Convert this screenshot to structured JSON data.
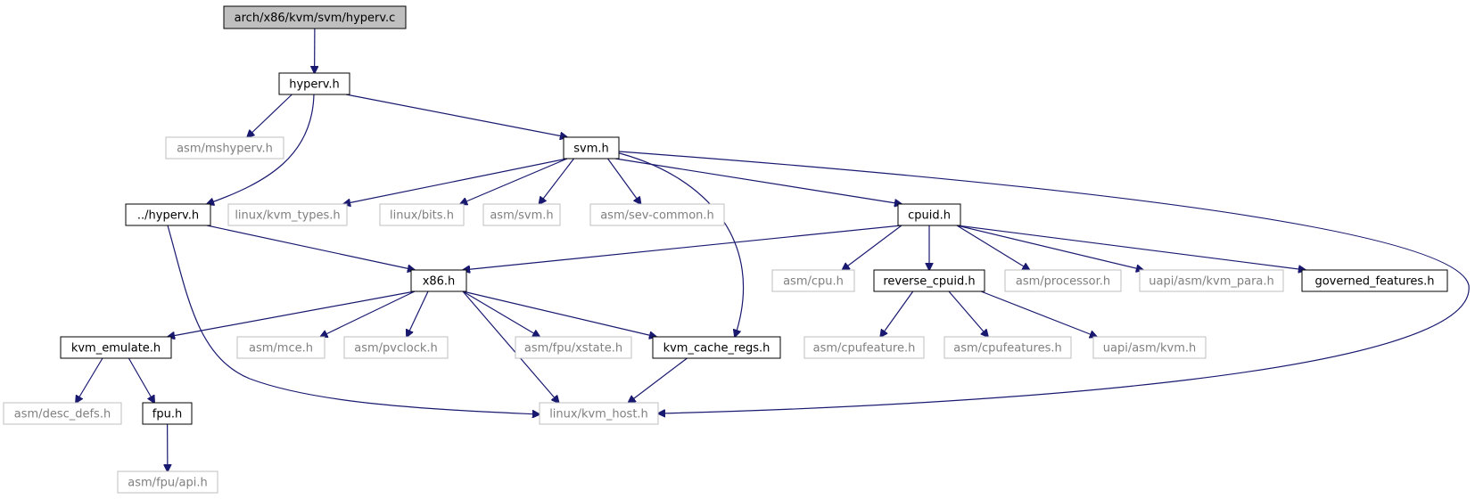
{
  "colors": {
    "edge": "#191970",
    "focus_fill": "#bfbfbf",
    "weak_border": "#bfbfbf",
    "weak_text": "#7f7f7f",
    "strong_border": "#000000"
  },
  "nodes": [
    {
      "id": "hyperv_c",
      "label": "arch/x86/kvm/svm/hyperv.c",
      "kind": "focus"
    },
    {
      "id": "hyperv_h",
      "label": "hyperv.h",
      "kind": "strong"
    },
    {
      "id": "asm_mshyperv",
      "label": "asm/mshyperv.h",
      "kind": "weak"
    },
    {
      "id": "svm_h",
      "label": "svm.h",
      "kind": "strong"
    },
    {
      "id": "up_hyperv",
      "label": "../hyperv.h",
      "kind": "strong"
    },
    {
      "id": "kvm_types",
      "label": "linux/kvm_types.h",
      "kind": "weak"
    },
    {
      "id": "bits",
      "label": "linux/bits.h",
      "kind": "weak"
    },
    {
      "id": "asm_svm",
      "label": "asm/svm.h",
      "kind": "weak"
    },
    {
      "id": "sev_common",
      "label": "asm/sev-common.h",
      "kind": "weak"
    },
    {
      "id": "cpuid_h",
      "label": "cpuid.h",
      "kind": "strong"
    },
    {
      "id": "x86_h",
      "label": "x86.h",
      "kind": "strong"
    },
    {
      "id": "asm_cpu",
      "label": "asm/cpu.h",
      "kind": "weak"
    },
    {
      "id": "reverse_cpuid",
      "label": "reverse_cpuid.h",
      "kind": "strong"
    },
    {
      "id": "asm_processor",
      "label": "asm/processor.h",
      "kind": "weak"
    },
    {
      "id": "kvm_para",
      "label": "uapi/asm/kvm_para.h",
      "kind": "weak"
    },
    {
      "id": "governed",
      "label": "governed_features.h",
      "kind": "strong"
    },
    {
      "id": "kvm_emulate",
      "label": "kvm_emulate.h",
      "kind": "strong"
    },
    {
      "id": "asm_mce",
      "label": "asm/mce.h",
      "kind": "weak"
    },
    {
      "id": "pvclock",
      "label": "asm/pvclock.h",
      "kind": "weak"
    },
    {
      "id": "fpu_xstate",
      "label": "asm/fpu/xstate.h",
      "kind": "weak"
    },
    {
      "id": "kvm_cache_regs",
      "label": "kvm_cache_regs.h",
      "kind": "strong"
    },
    {
      "id": "cpufeature",
      "label": "asm/cpufeature.h",
      "kind": "weak"
    },
    {
      "id": "cpufeatures",
      "label": "asm/cpufeatures.h",
      "kind": "weak"
    },
    {
      "id": "uapi_kvm",
      "label": "uapi/asm/kvm.h",
      "kind": "weak"
    },
    {
      "id": "desc_defs",
      "label": "asm/desc_defs.h",
      "kind": "weak"
    },
    {
      "id": "fpu_h",
      "label": "fpu.h",
      "kind": "strong"
    },
    {
      "id": "kvm_host",
      "label": "linux/kvm_host.h",
      "kind": "weak"
    },
    {
      "id": "fpu_api",
      "label": "asm/fpu/api.h",
      "kind": "weak"
    }
  ],
  "edges": [
    [
      "hyperv_c",
      "hyperv_h"
    ],
    [
      "hyperv_h",
      "asm_mshyperv"
    ],
    [
      "hyperv_h",
      "up_hyperv"
    ],
    [
      "hyperv_h",
      "svm_h"
    ],
    [
      "svm_h",
      "kvm_types"
    ],
    [
      "svm_h",
      "bits"
    ],
    [
      "svm_h",
      "asm_svm"
    ],
    [
      "svm_h",
      "sev_common"
    ],
    [
      "svm_h",
      "cpuid_h"
    ],
    [
      "svm_h",
      "kvm_cache_regs"
    ],
    [
      "svm_h",
      "kvm_host"
    ],
    [
      "up_hyperv",
      "x86_h"
    ],
    [
      "up_hyperv",
      "kvm_host"
    ],
    [
      "cpuid_h",
      "x86_h"
    ],
    [
      "cpuid_h",
      "asm_cpu"
    ],
    [
      "cpuid_h",
      "reverse_cpuid"
    ],
    [
      "cpuid_h",
      "asm_processor"
    ],
    [
      "cpuid_h",
      "kvm_para"
    ],
    [
      "cpuid_h",
      "governed"
    ],
    [
      "x86_h",
      "kvm_emulate"
    ],
    [
      "x86_h",
      "asm_mce"
    ],
    [
      "x86_h",
      "pvclock"
    ],
    [
      "x86_h",
      "fpu_xstate"
    ],
    [
      "x86_h",
      "kvm_cache_regs"
    ],
    [
      "x86_h",
      "kvm_host"
    ],
    [
      "reverse_cpuid",
      "cpufeature"
    ],
    [
      "reverse_cpuid",
      "cpufeatures"
    ],
    [
      "reverse_cpuid",
      "uapi_kvm"
    ],
    [
      "kvm_cache_regs",
      "kvm_host"
    ],
    [
      "kvm_emulate",
      "desc_defs"
    ],
    [
      "kvm_emulate",
      "fpu_h"
    ],
    [
      "fpu_h",
      "fpu_api"
    ]
  ]
}
